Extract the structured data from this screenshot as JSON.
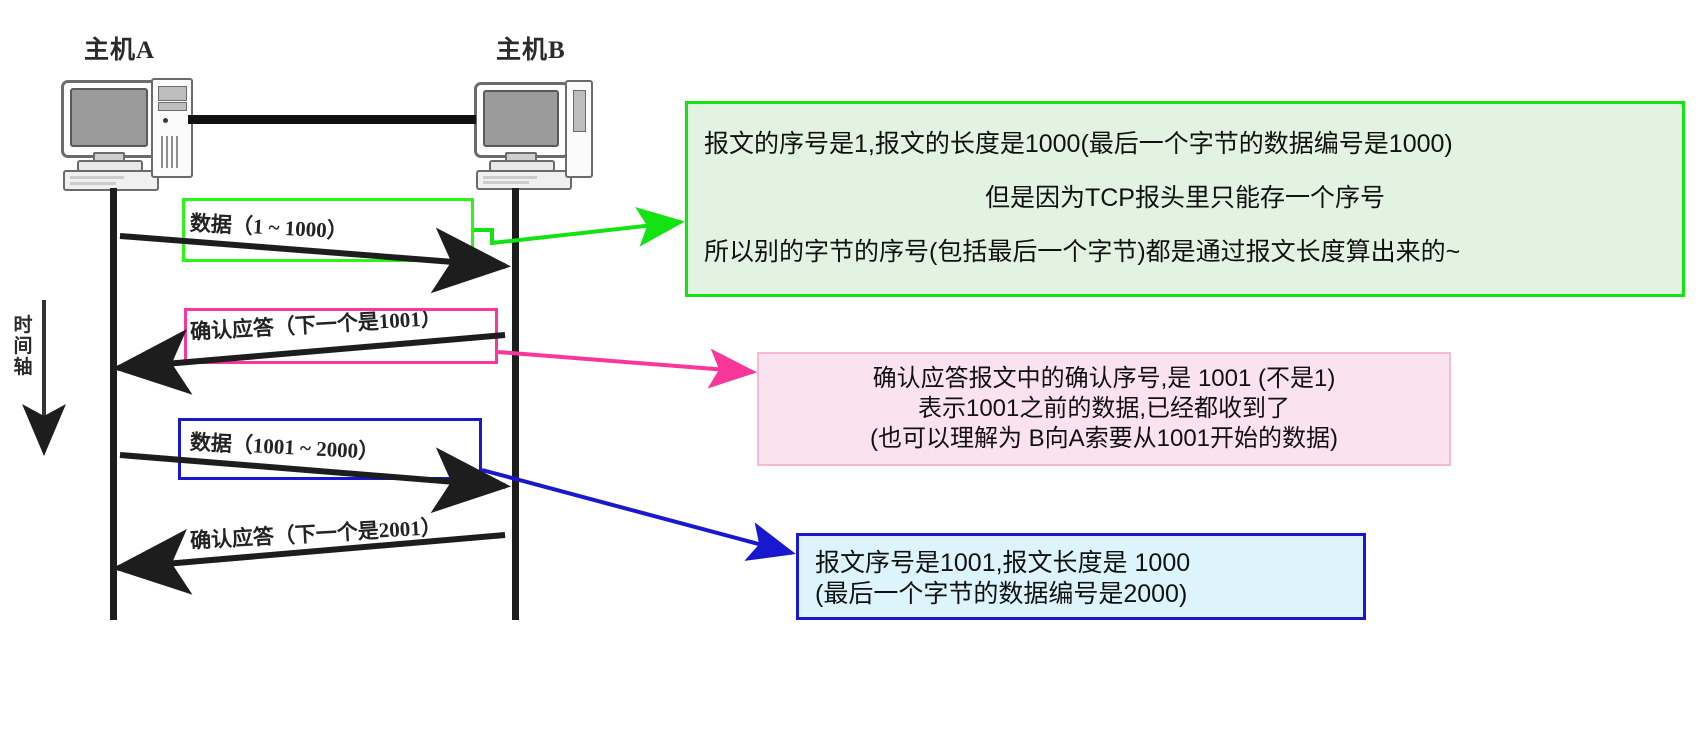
{
  "diagram": {
    "title_hosts": {
      "host_a": "主机A",
      "host_b": "主机B"
    },
    "time_axis": {
      "label": "时间轴"
    },
    "messages": [
      {
        "id": "data-1-1000",
        "text": "数据（1 ~ 1000）",
        "direction": "a-to-b",
        "highlight_color": "#2bf515"
      },
      {
        "id": "ack-1001",
        "text": "确认应答（下一个是1001）",
        "direction": "b-to-a",
        "highlight_color": "#f9369a"
      },
      {
        "id": "data-1001-2000",
        "text": "数据（1001 ~ 2000）",
        "direction": "a-to-b",
        "highlight_color": "#1818cf"
      },
      {
        "id": "ack-2001",
        "text": "确认应答（下一个是2001）",
        "direction": "b-to-a",
        "highlight_color": "none"
      }
    ],
    "annotations": [
      {
        "id": "green-note",
        "accent": "#13e313",
        "background": "#e2f3e2",
        "lines": [
          {
            "text": "报文的序号是1,报文的长度是1000(最后一个字节的数据编号是1000)",
            "align": "left"
          },
          {
            "text": "但是因为TCP报头里只能存一个序号",
            "align": "center"
          },
          {
            "text": "所以别的字节的序号(包括最后一个字节)都是通过报文长度算出来的~",
            "align": "left"
          }
        ]
      },
      {
        "id": "pink-note",
        "accent": "#f9369a",
        "background": "#fbe2ef",
        "lines": [
          {
            "text": "确认应答报文中的确认序号,是 1001 (不是1)",
            "align": "center"
          },
          {
            "text": "表示1001之前的数据,已经都收到了",
            "align": "center"
          },
          {
            "text": "(也可以理解为 B向A索要从1001开始的数据)",
            "align": "center"
          }
        ]
      },
      {
        "id": "blue-note",
        "accent": "#1818cf",
        "background": "#ddf4fd",
        "lines": [
          {
            "text": "报文序号是1001,报文长度是 1000",
            "align": "left"
          },
          {
            "text": "(最后一个字节的数据编号是2000)",
            "align": "left"
          }
        ]
      }
    ]
  }
}
